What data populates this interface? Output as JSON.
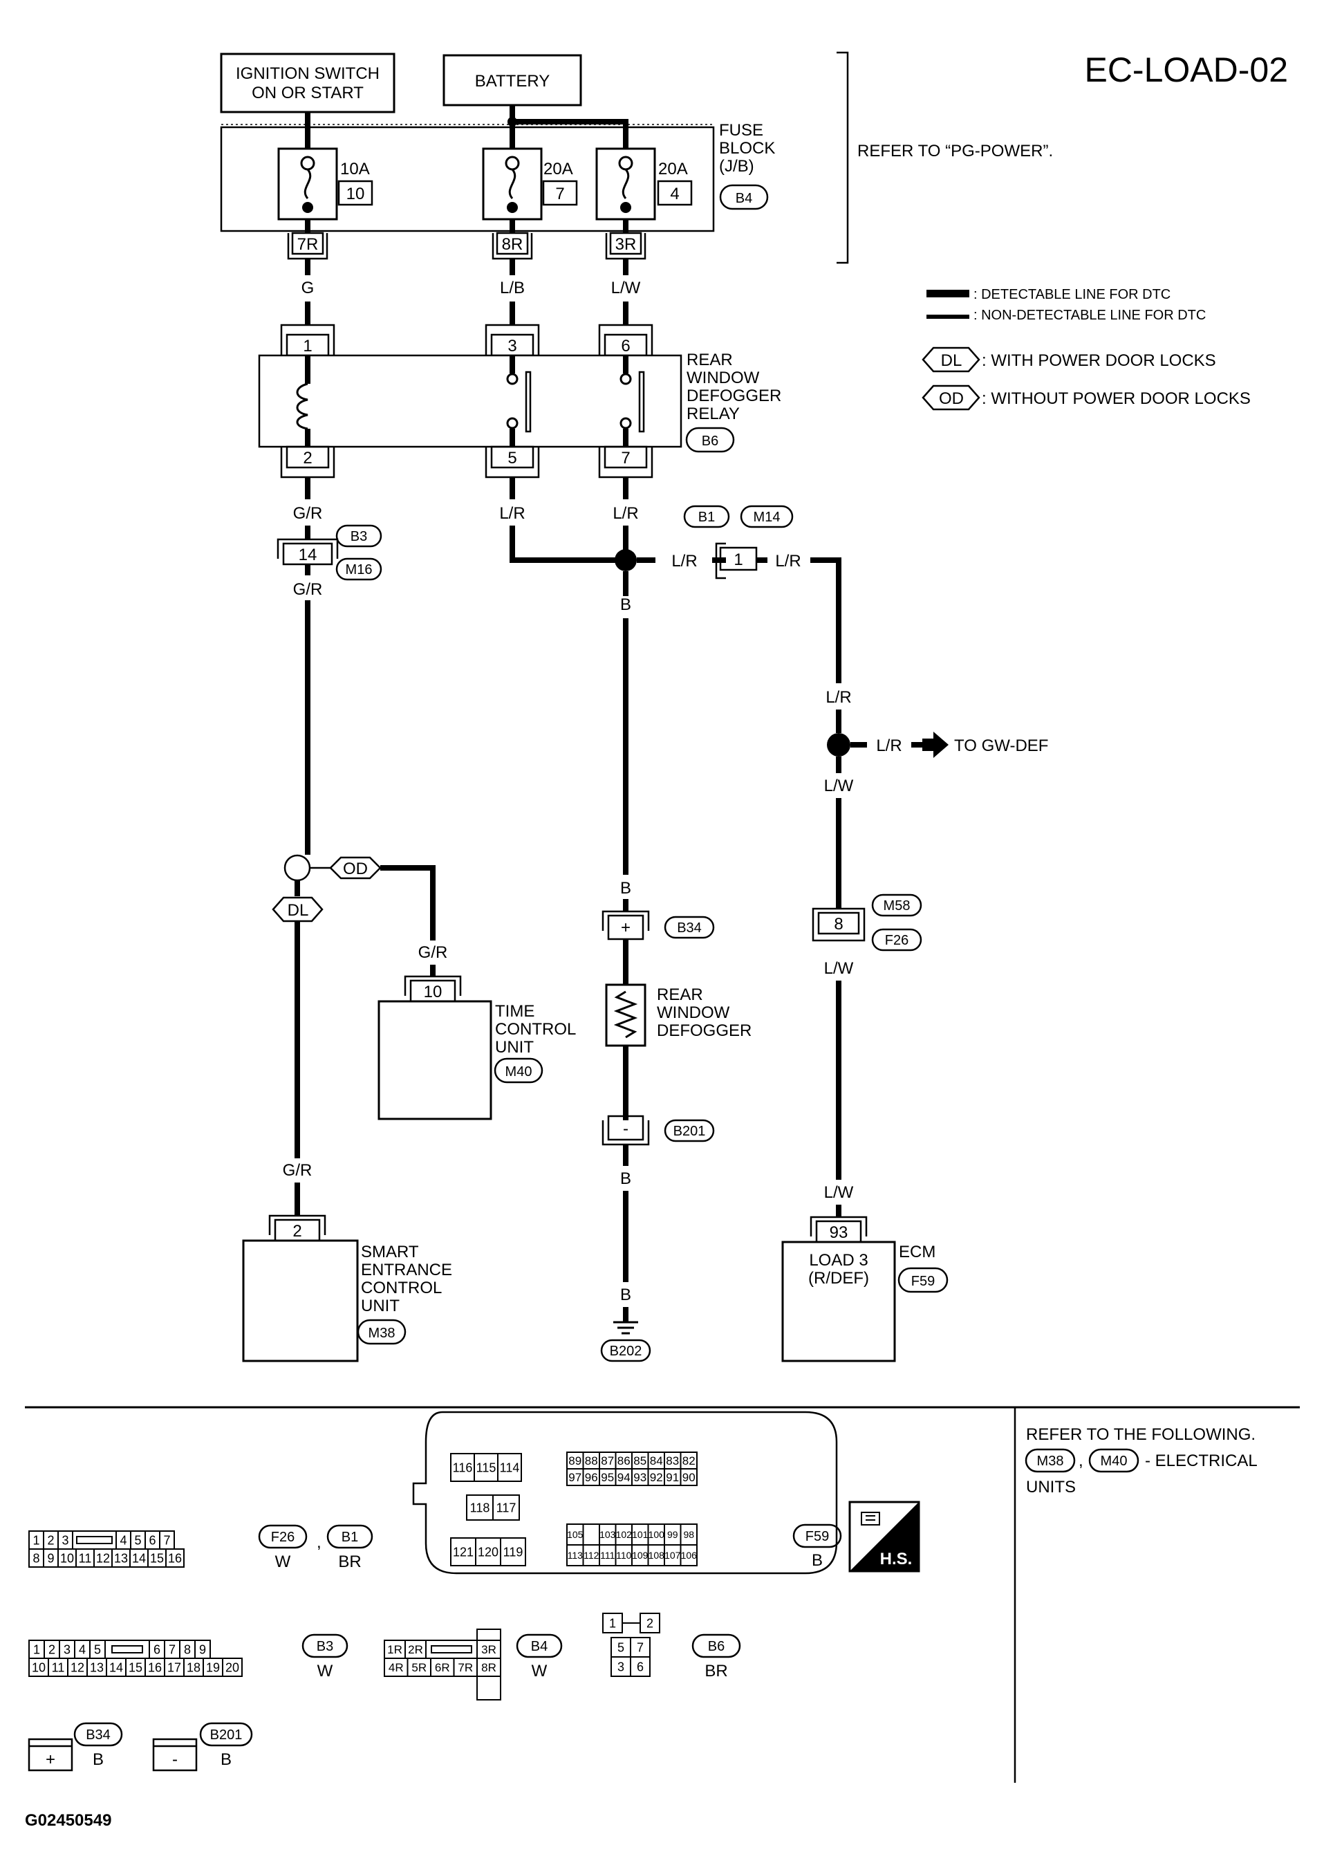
{
  "title": "EC-LOAD-02",
  "figure_id": "G02450549",
  "sources": {
    "ignition": [
      "IGNITION SWITCH",
      "ON OR START"
    ],
    "battery": "BATTERY"
  },
  "fuse_block": {
    "label": [
      "FUSE",
      "BLOCK",
      "(J/B)"
    ],
    "connector": "B4",
    "refer": "REFER TO “PG-POWER”.",
    "fuses": [
      {
        "amps": "10A",
        "num": "10",
        "terminal": "7R",
        "wire": "G"
      },
      {
        "amps": "20A",
        "num": "7",
        "terminal": "8R",
        "wire": "L/B"
      },
      {
        "amps": "20A",
        "num": "4",
        "terminal": "3R",
        "wire": "L/W"
      }
    ]
  },
  "legend": {
    "detectable": ": DETECTABLE LINE FOR DTC",
    "nondetectable": ": NON-DETECTABLE LINE FOR DTC",
    "dl_tag": "DL",
    "dl_text": ": WITH POWER DOOR LOCKS",
    "od_tag": "OD",
    "od_text": ": WITHOUT POWER DOOR LOCKS"
  },
  "relay": {
    "label": [
      "REAR",
      "WINDOW",
      "DEFOGGER",
      "RELAY"
    ],
    "connector": "B6",
    "top_pins": [
      "1",
      "3",
      "6"
    ],
    "bottom_pins": [
      "2",
      "5",
      "7"
    ]
  },
  "wires": {
    "gr": "G/R",
    "lr": "L/R",
    "lw": "L/W",
    "b": "B",
    "to_gw_def": "TO GW-DEF"
  },
  "connectors": {
    "j14": {
      "pin": "14",
      "top": "B3",
      "bottom": "M16"
    },
    "j1": {
      "pin": "1",
      "a": "B1",
      "b": "M14"
    },
    "j8": {
      "pin": "8",
      "top": "M58",
      "bottom": "F26"
    },
    "b34": {
      "pin": "+",
      "id": "B34"
    },
    "b201": {
      "pin": "-",
      "id": "B201"
    },
    "ground": "B202"
  },
  "defogger": [
    "REAR",
    "WINDOW",
    "DEFOGGER"
  ],
  "time_control": {
    "pin": "10",
    "label": [
      "TIME",
      "CONTROL",
      "UNIT"
    ],
    "connector": "M40"
  },
  "smart_entrance": {
    "pin": "2",
    "label": [
      "SMART",
      "ENTRANCE",
      "CONTROL",
      "UNIT"
    ],
    "connector": "M38"
  },
  "ecm": {
    "pin": "93",
    "label": [
      "LOAD 3",
      "(R/DEF)"
    ],
    "name": "ECM",
    "connector": "F59"
  },
  "bottom": {
    "refer_title": "REFER TO THE FOLLOWING.",
    "refer_m38": "M38",
    "refer_m40": "M40",
    "refer_dash": "- ELECTRICAL",
    "refer_units": "UNITS",
    "f26": "F26",
    "b1": "B1",
    "f26_color": "W",
    "b1_color": "BR",
    "comma": ",",
    "f26_top": [
      "1",
      "2",
      "3",
      "4",
      "5",
      "6",
      "7"
    ],
    "f26_bottom": [
      "8",
      "9",
      "10",
      "11",
      "12",
      "13",
      "14",
      "15",
      "16"
    ],
    "b3": "B3",
    "b3_color": "W",
    "b3_top": [
      "1",
      "2",
      "3",
      "4",
      "5",
      "6",
      "7",
      "8",
      "9"
    ],
    "b3_bottom": [
      "10",
      "11",
      "12",
      "13",
      "14",
      "15",
      "16",
      "17",
      "18",
      "19",
      "20"
    ],
    "b4": "B4",
    "b4_color": "W",
    "b4_top": [
      "1R",
      "2R",
      "3R"
    ],
    "b4_bottom": [
      "4R",
      "5R",
      "6R",
      "7R",
      "8R"
    ],
    "b6": "B6",
    "b6_color": "BR",
    "b6_pins": [
      "1",
      "2",
      "5",
      "7",
      "3",
      "6"
    ],
    "b34": "B34",
    "b34_color": "B",
    "b34_pin": "+",
    "b201": "B201",
    "b201_color": "B",
    "b201_pin": "-",
    "f59": "F59",
    "f59_color": "B",
    "hs": "H.S.",
    "f59_a": [
      "116",
      "115",
      "114"
    ],
    "f59_b1": [
      "89",
      "88",
      "87",
      "86",
      "85",
      "84",
      "83",
      "82"
    ],
    "f59_b2": [
      "97",
      "96",
      "95",
      "94",
      "93",
      "92",
      "91",
      "90"
    ],
    "f59_c": [
      "118",
      "117"
    ],
    "f59_d": [
      "121",
      "120",
      "119"
    ],
    "f59_e1": [
      "105",
      "",
      "103",
      "102",
      "101",
      "100",
      "99",
      "98"
    ],
    "f59_e2": [
      "113",
      "112",
      "111",
      "110",
      "109",
      "108",
      "107",
      "106"
    ]
  }
}
